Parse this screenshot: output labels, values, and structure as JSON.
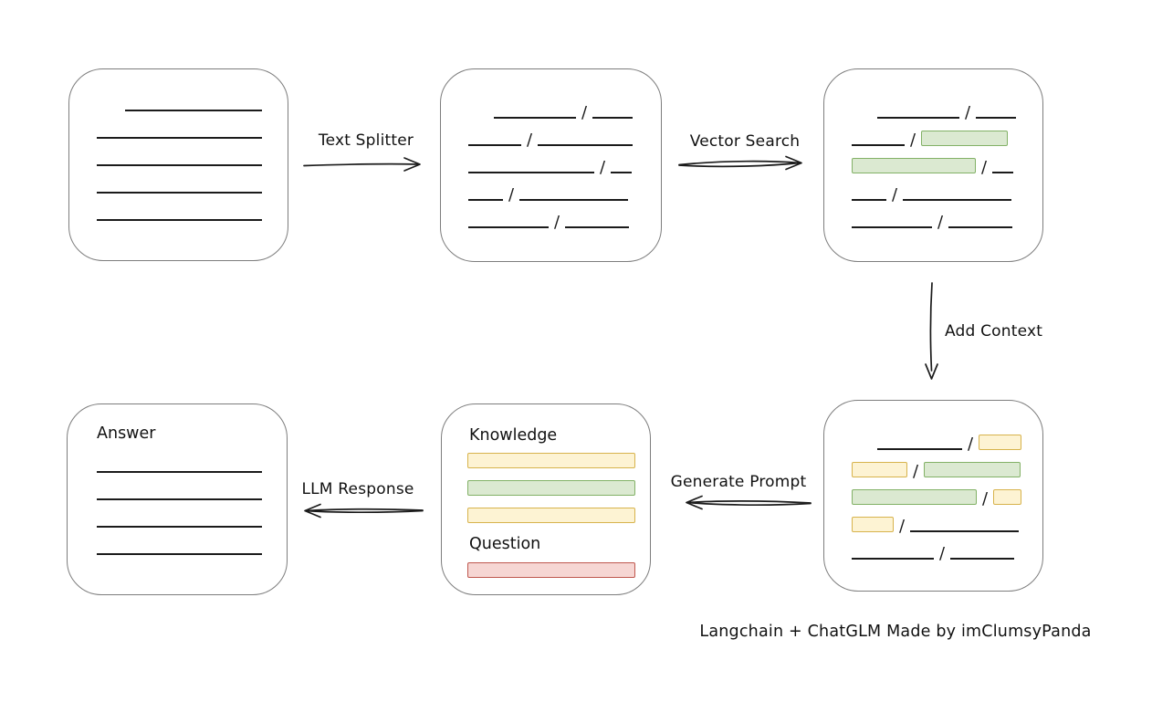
{
  "caption": "Langchain + ChatGLM Made by imClumsyPanda",
  "separator": "/",
  "colors": {
    "ink": "#1b1b1b",
    "node_border": "#7d7d7d",
    "green_fill": "#dbe9d1",
    "green_border": "#82b166",
    "yellow_fill": "#fdf3d3",
    "yellow_border": "#d7b34c",
    "red_fill": "#f6d6d3",
    "red_border": "#bf574e"
  },
  "arrows": {
    "text_splitter": {
      "label": "Text Splitter"
    },
    "vector_search": {
      "label": "Vector Search"
    },
    "add_context": {
      "label": "Add Context"
    },
    "generate_prompt": {
      "label": "Generate Prompt"
    },
    "llm_response": {
      "label": "LLM Response"
    }
  },
  "nodes": {
    "document": {
      "line_widths": [
        150,
        182,
        182,
        182,
        182
      ]
    },
    "split_text": {
      "rows": [
        {
          "indent": 28,
          "segments": [
            {
              "type": "line",
              "w": 90
            },
            {
              "type": "line",
              "w": 44
            }
          ]
        },
        {
          "indent": 0,
          "segments": [
            {
              "type": "line",
              "w": 58
            },
            {
              "type": "line",
              "w": 104
            }
          ]
        },
        {
          "indent": 0,
          "segments": [
            {
              "type": "line",
              "w": 138
            },
            {
              "type": "line",
              "w": 23
            }
          ]
        },
        {
          "indent": 0,
          "segments": [
            {
              "type": "line",
              "w": 38
            },
            {
              "type": "line",
              "w": 119
            }
          ]
        },
        {
          "indent": 0,
          "segments": [
            {
              "type": "line",
              "w": 88
            },
            {
              "type": "line",
              "w": 70
            }
          ]
        }
      ]
    },
    "vector_matches": {
      "rows": [
        {
          "indent": 30,
          "segments": [
            {
              "type": "line",
              "w": 90
            },
            {
              "type": "line",
              "w": 44
            }
          ]
        },
        {
          "indent": 2,
          "segments": [
            {
              "type": "line",
              "w": 58
            },
            {
              "type": "green",
              "w": 93
            }
          ]
        },
        {
          "indent": 2,
          "segments": [
            {
              "type": "green",
              "w": 134
            },
            {
              "type": "line",
              "w": 23
            }
          ]
        },
        {
          "indent": 2,
          "segments": [
            {
              "type": "line",
              "w": 38
            },
            {
              "type": "line",
              "w": 119
            }
          ]
        },
        {
          "indent": 2,
          "segments": [
            {
              "type": "line",
              "w": 88
            },
            {
              "type": "line",
              "w": 70
            }
          ]
        }
      ]
    },
    "context_chunks": {
      "rows": [
        {
          "indent": 30,
          "segments": [
            {
              "type": "line",
              "w": 93
            },
            {
              "type": "yellow",
              "w": 45
            }
          ]
        },
        {
          "indent": 2,
          "segments": [
            {
              "type": "yellow",
              "w": 59
            },
            {
              "type": "green",
              "w": 104
            }
          ]
        },
        {
          "indent": 2,
          "segments": [
            {
              "type": "green",
              "w": 135
            },
            {
              "type": "yellow",
              "w": 29
            }
          ]
        },
        {
          "indent": 2,
          "segments": [
            {
              "type": "yellow",
              "w": 44
            },
            {
              "type": "line",
              "w": 119
            }
          ]
        },
        {
          "indent": 2,
          "segments": [
            {
              "type": "line",
              "w": 90
            },
            {
              "type": "line",
              "w": 70
            }
          ]
        }
      ]
    },
    "prompt": {
      "knowledge_label": "Knowledge",
      "question_label": "Question",
      "knowledge_bars": [
        "yellow",
        "green",
        "yellow"
      ],
      "question_bars": [
        "red"
      ]
    },
    "answer": {
      "label": "Answer",
      "line_count": 4
    }
  }
}
